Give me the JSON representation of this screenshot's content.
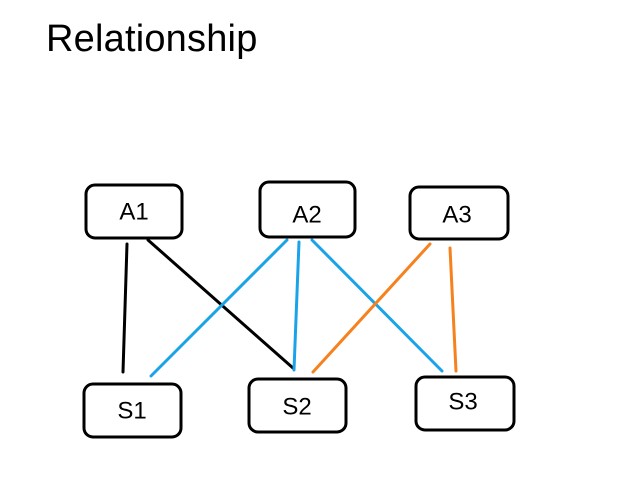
{
  "title": "Relationship",
  "nodes": {
    "a1": {
      "label": "A1"
    },
    "a2": {
      "label": "A2"
    },
    "a3": {
      "label": "A3"
    },
    "s1": {
      "label": "S1"
    },
    "s2": {
      "label": "S2"
    },
    "s3": {
      "label": "S3"
    }
  },
  "edges": [
    {
      "from": "A1",
      "to": "S1",
      "color": "#000000"
    },
    {
      "from": "A1",
      "to": "S2",
      "color": "#000000"
    },
    {
      "from": "A2",
      "to": "S1",
      "color": "#1aa3e8"
    },
    {
      "from": "A2",
      "to": "S2",
      "color": "#1aa3e8"
    },
    {
      "from": "A2",
      "to": "S3",
      "color": "#1aa3e8"
    },
    {
      "from": "A3",
      "to": "S2",
      "color": "#f5821f"
    },
    {
      "from": "A3",
      "to": "S3",
      "color": "#f5821f"
    }
  ]
}
